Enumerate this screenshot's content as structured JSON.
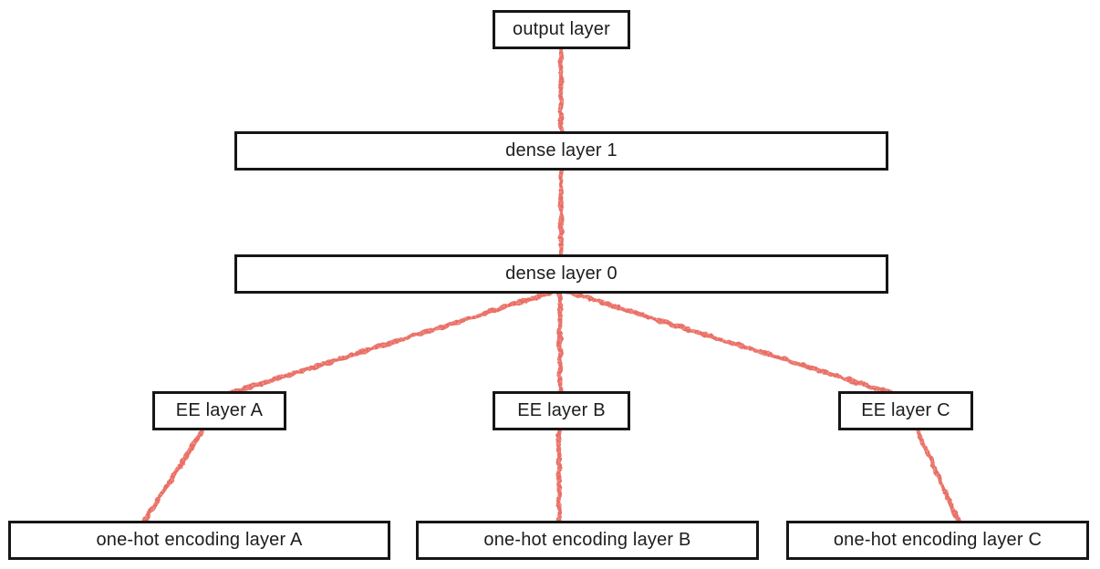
{
  "diagram": {
    "description": "feed-forward network architecture with entity-embedding (EE) layers",
    "nodes": {
      "output": {
        "label": "output layer"
      },
      "dense1": {
        "label": "dense layer 1"
      },
      "dense0": {
        "label": "dense layer 0"
      },
      "ee_a": {
        "label": "EE layer A"
      },
      "ee_b": {
        "label": "EE layer B"
      },
      "ee_c": {
        "label": "EE layer C"
      },
      "onehot_a": {
        "label": "one-hot encoding layer A"
      },
      "onehot_b": {
        "label": "one-hot encoding layer B"
      },
      "onehot_c": {
        "label": "one-hot encoding layer C"
      }
    },
    "edges": [
      {
        "from": "dense1",
        "to": "output"
      },
      {
        "from": "dense0",
        "to": "dense1"
      },
      {
        "from": "ee_a",
        "to": "dense0"
      },
      {
        "from": "ee_b",
        "to": "dense0"
      },
      {
        "from": "ee_c",
        "to": "dense0"
      },
      {
        "from": "onehot_a",
        "to": "ee_a"
      },
      {
        "from": "onehot_b",
        "to": "ee_b"
      },
      {
        "from": "onehot_c",
        "to": "ee_c"
      }
    ],
    "colors": {
      "edge": "#e8695e",
      "box_border": "#161616",
      "box_fill": "#ffffff",
      "text": "#1c1c1c",
      "background": "#ffffff"
    },
    "edge_style": "hand-drawn-chalk"
  }
}
